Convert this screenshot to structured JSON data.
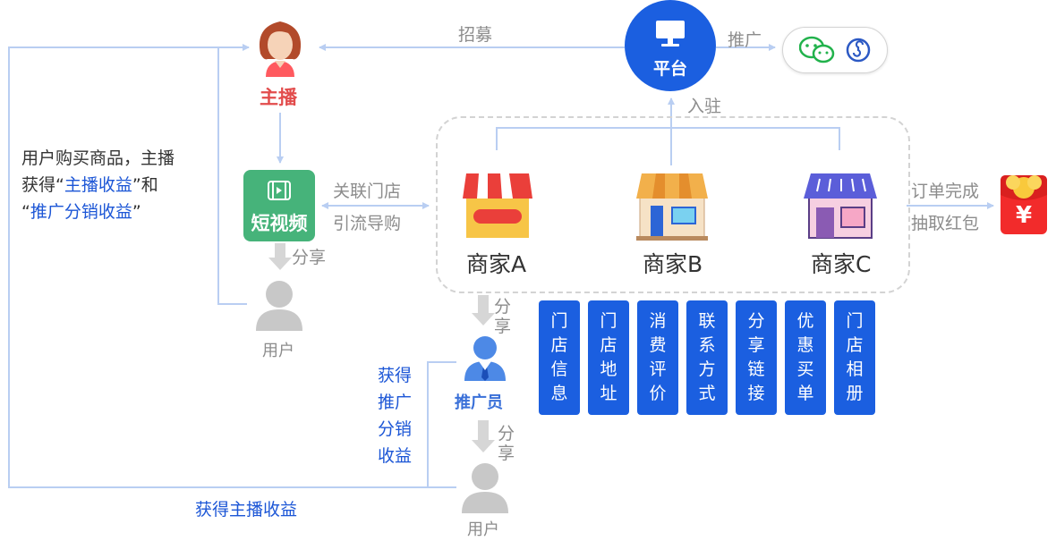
{
  "platform": {
    "label": "平台",
    "icon": "monitor-icon",
    "color": "#1b5fe0"
  },
  "edges": {
    "recruit": "招募",
    "promote": "推广",
    "settle_in": "入驻",
    "link_store": "关联门店",
    "drive_traffic": "引流导购",
    "share": "分享",
    "share_vertical": [
      "分",
      "享"
    ],
    "order_done": "订单完成",
    "draw_red_envelope": "抽取红包",
    "get_anchor_income": "获得主播收益"
  },
  "anchor": {
    "label": "主播",
    "icon": "female-anchor-avatar-icon"
  },
  "short_video": {
    "label": "短视频",
    "icon": "video-play-icon",
    "color": "#46b37a"
  },
  "users": {
    "label": "用户",
    "icon": "user-silhouette-icon"
  },
  "promoter": {
    "label": "推广员",
    "icon": "promoter-avatar-icon"
  },
  "promoter_income": [
    "获得",
    "推广",
    "分销",
    "收益"
  ],
  "left_note": {
    "line1": "用户购买商品，主播",
    "line2_prefix": "获得“",
    "line2_highlight": "主播收益",
    "line2_suffix": "”和",
    "line3_prefix": "“",
    "line3_highlight": "推广分销收益",
    "line3_suffix": "”"
  },
  "share_channels": [
    "wechat-icon",
    "mini-program-icon"
  ],
  "merchants": [
    {
      "name": "商家A",
      "icon": "red-awning-shop-icon"
    },
    {
      "name": "商家B",
      "icon": "orange-awning-shop-icon"
    },
    {
      "name": "商家C",
      "icon": "purple-awning-shop-icon"
    }
  ],
  "features": [
    [
      "门",
      "店",
      "信",
      "息"
    ],
    [
      "门",
      "店",
      "地",
      "址"
    ],
    [
      "消",
      "费",
      "评",
      "价"
    ],
    [
      "联",
      "系",
      "方",
      "式"
    ],
    [
      "分",
      "享",
      "链",
      "接"
    ],
    [
      "优",
      "惠",
      "买",
      "单"
    ],
    [
      "门",
      "店",
      "相",
      "册"
    ]
  ],
  "red_envelope": {
    "icon": "red-envelope-icon",
    "symbol": "¥"
  },
  "colors": {
    "accent": "#1b5fe0",
    "anchor_label": "#e24c4c",
    "line": "#b9cef2",
    "share_arrow": "#d6d6d6"
  }
}
